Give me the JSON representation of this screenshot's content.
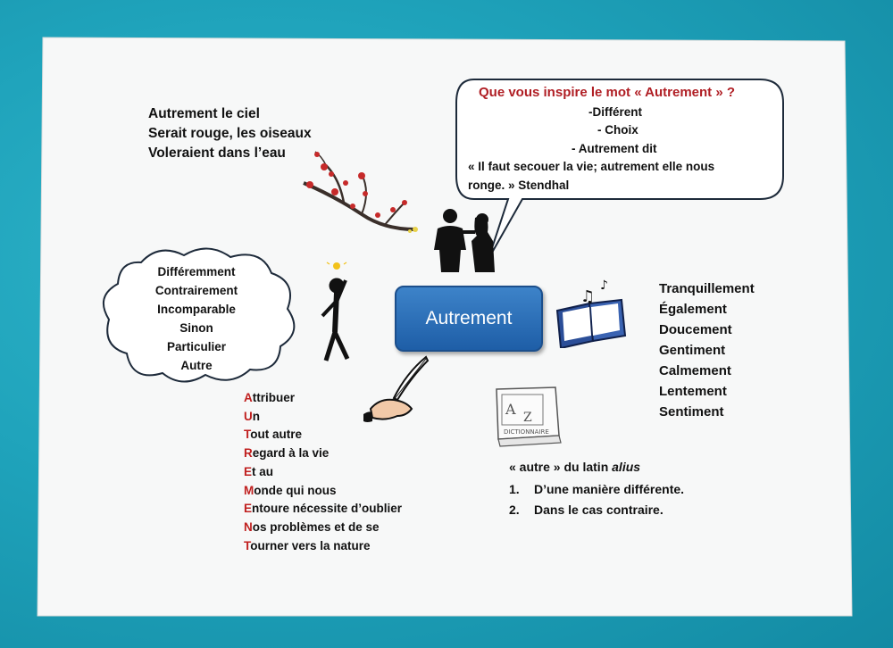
{
  "center": {
    "title": "Autrement"
  },
  "poem": {
    "lines": [
      "Autrement le ciel",
      "Serait rouge, les oiseaux",
      "Voleraient dans l’eau"
    ]
  },
  "bubble": {
    "question": "Que vous inspire le mot « Autrement » ?",
    "items": [
      "-Différent",
      "- Choix",
      "- Autrement dit"
    ],
    "quote_line1": "« Il faut secouer la vie; autrement elle nous",
    "quote_line2": "ronge. » Stendhal"
  },
  "cloud": {
    "words": [
      "Différemment",
      "Contrairement",
      "Incomparable",
      "Sinon",
      "Particulier",
      "Autre"
    ]
  },
  "adverbs": [
    "Tranquillement",
    "Également",
    "Doucement",
    "Gentiment",
    "Calmement",
    "Lentement",
    "Sentiment"
  ],
  "acrostic": [
    {
      "first": "A",
      "rest": "ttribuer"
    },
    {
      "first": "U",
      "rest": "n"
    },
    {
      "first": "T",
      "rest": "out autre"
    },
    {
      "first": "R",
      "rest": "egard à la vie"
    },
    {
      "first": "E",
      "rest": "t au"
    },
    {
      "first": "M",
      "rest": "onde qui nous"
    },
    {
      "first": "E",
      "rest": "ntoure nécessite d’oublier"
    },
    {
      "first": "N",
      "rest": "os problèmes et de se"
    },
    {
      "first": "T",
      "rest": "ourner vers la nature"
    }
  ],
  "etymology": {
    "intro": "« autre » du latin ",
    "latin": "alius",
    "items": [
      "D’une manière différente.",
      "Dans le cas contraire."
    ]
  },
  "dictionary": {
    "label": "DICTIONNAIRE",
    "letter_a": "A",
    "letter_z": "Z"
  },
  "colors": {
    "accent_red": "#b01e24",
    "box_blue": "#2a6db5",
    "background": "#1fa3bb"
  }
}
